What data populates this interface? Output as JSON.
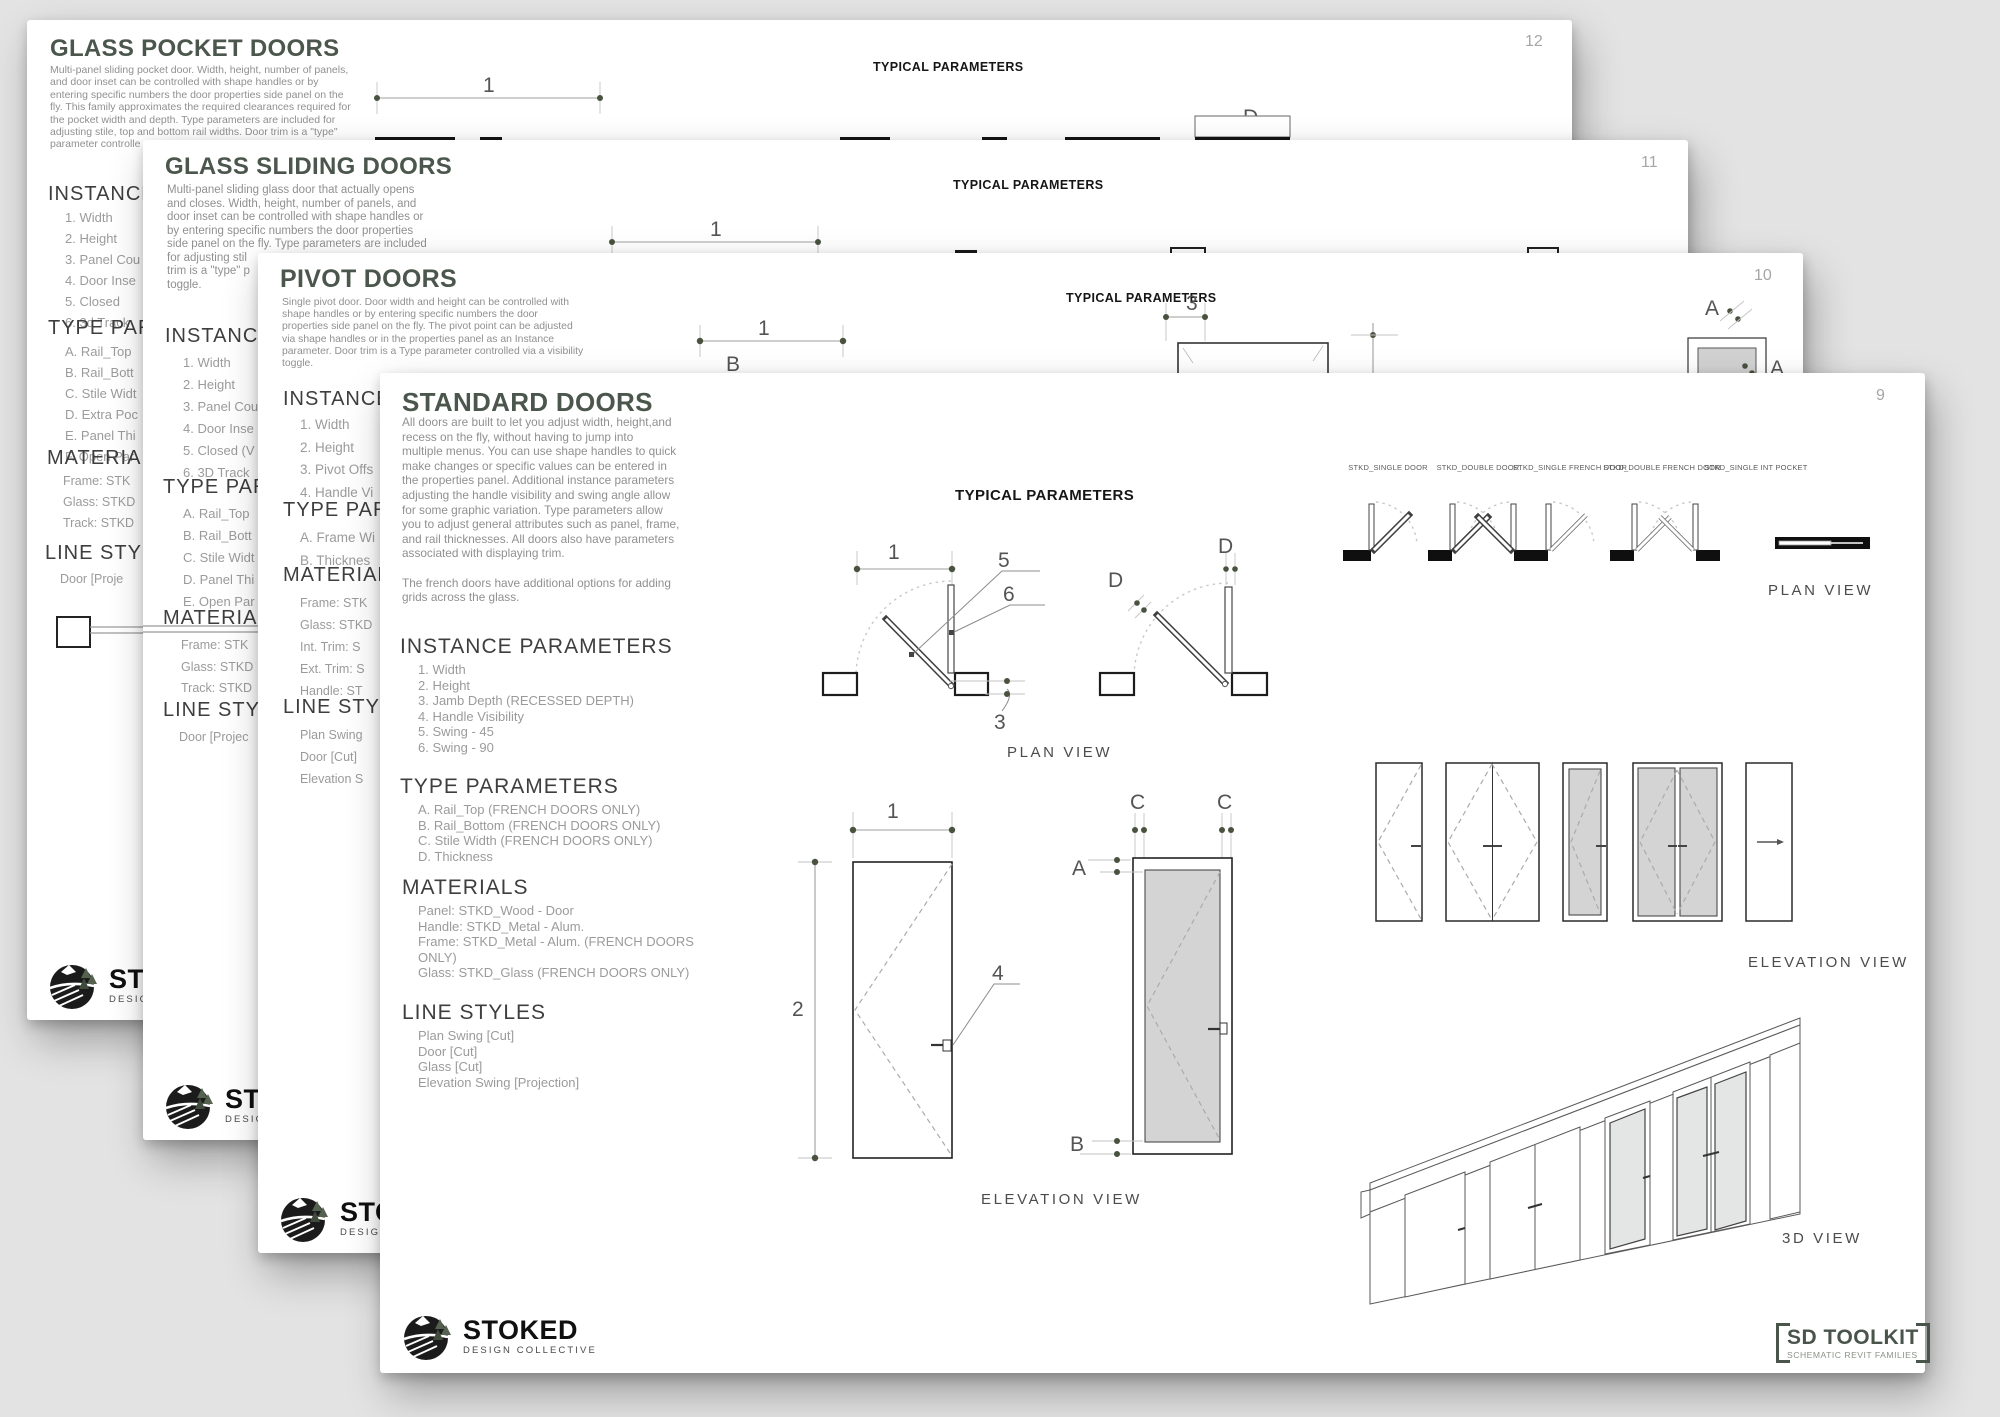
{
  "colors": {
    "accent_green": "#4b564c",
    "dimension_dot_olive": "#48523e",
    "glass_gray": "#d4d4d4",
    "canvas_bg": "#e3e3e3"
  },
  "footer": {
    "stoked_name": "STOKED",
    "stoked_sub": "DESIGN COLLECTIVE",
    "sd_title": "SD TOOLKIT",
    "sd_sub": "SCHEMATIC REVIT FAMILIES"
  },
  "pages": [
    {
      "page_number": "12",
      "title": "GLASS POCKET DOORS",
      "typical_label": "TYPICAL PARAMETERS",
      "description": "Multi-panel sliding pocket door. Width, height, number of panels,\nand door inset can be controlled with shape handles or by\nentering specific numbers the door properties side panel on the\nfly. This family approximates the required clearances required for\nthe pocket width and depth. Type parameters are included for\nadjusting stile, top and bottom rail widths. Door trim is a \"type\"\nparameter controlle",
      "instance": {
        "heading": "INSTANCE",
        "items": [
          "1. Width",
          "2. Height",
          "3. Panel Cou",
          "4. Door Inse",
          "5. Closed",
          "6. 3d Track"
        ]
      },
      "type": {
        "heading": "TYPE PARA",
        "items": [
          "A. Rail_Top",
          "B. Rail_Bott",
          "C. Stile Widt",
          "D. Extra Poc",
          "E. Panel Thi",
          "F. Open Par"
        ]
      },
      "materials": {
        "heading": "MATERIALS",
        "items": [
          "Frame: STK",
          "Glass: STKD",
          "Track: STKD"
        ]
      },
      "linestyles": {
        "heading": "LINE STYLE",
        "items": [
          "Door [Proje"
        ]
      },
      "dims": {
        "d1": "1",
        "dD": "D"
      }
    },
    {
      "page_number": "11",
      "title": "GLASS SLIDING DOORS",
      "typical_label": "TYPICAL PARAMETERS",
      "description": "Multi-panel sliding glass door that actually opens\nand closes. Width, height, number of panels, and\ndoor inset can be controlled with shape handles or\nby entering specific numbers the door properties\nside panel on the fly. Type parameters are included\nfor adjusting stil\ntrim is a \"type\" p\ntoggle.",
      "instance": {
        "heading": "INSTANCE",
        "items": [
          "1. Width",
          "2. Height",
          "3. Panel Cou",
          "4. Door Inse",
          "5. Closed (V",
          "6. 3D Track"
        ]
      },
      "type": {
        "heading": "TYPE PARA",
        "items": [
          "A. Rail_Top",
          "B. Rail_Bott",
          "C. Stile Widt",
          "D. Panel Thi",
          "E. Open Par"
        ]
      },
      "materials": {
        "heading": "MATERIALS",
        "items": [
          "Frame: STK",
          "Glass: STKD",
          "Track: STKD"
        ]
      },
      "linestyles": {
        "heading": "LINE STYLE",
        "items": [
          "Door [Projec"
        ]
      },
      "dims": {
        "d1": "1"
      }
    },
    {
      "page_number": "10",
      "title": "PIVOT DOORS",
      "typical_label": "TYPICAL PARAMETERS",
      "description": "Single pivot door. Door width and height can be controlled with\nshape handles or by entering specific numbers the door\nproperties side panel on the fly. The pivot point can be adjusted\nvia shape handles or in the properties panel as an Instance\nparameter. Door trim is a Type parameter controlled via a visibility\ntoggle.",
      "instance": {
        "heading": "INSTANCE",
        "items": [
          "1. Width",
          "2. Height",
          "3. Pivot Offs",
          "4. Handle Vi"
        ]
      },
      "type": {
        "heading": "TYPE PARA",
        "items": [
          "A. Frame Wi",
          "B. Thicknes"
        ]
      },
      "materials": {
        "heading": "MATERIALS",
        "items": [
          "Frame: STK",
          "Glass: STKD",
          "Int. Trim: S",
          "Ext. Trim: S",
          "Handle: ST"
        ]
      },
      "linestyles": {
        "heading": "LINE STYLE",
        "items": [
          "Plan Swing",
          "Door [Cut]",
          "Elevation S"
        ]
      },
      "dims": {
        "d1": "1",
        "dB": "B",
        "d3": "3",
        "dA1": "A",
        "dA2": "A"
      }
    },
    {
      "page_number": "9",
      "title": "STANDARD DOORS",
      "typical_label": "TYPICAL PARAMETERS",
      "description": "All doors are built to let you adjust width, height,and\nrecess on the fly, without having to jump into\nmultiple menus. You can use shape handles to quick\nmake changes or specific values can be entered in\nthe properties panel. Additional instance parameters\nadjusting the handle visibility and swing angle allow\nfor some graphic variation. Type parameters allow\nyou to adjust general attributes such as panel, frame,\nand rail thicknesses. All doors also have parameters\nassociated with displaying trim.\n\nThe french doors have additional options for adding\ngrids across the glass.",
      "instance": {
        "heading": "INSTANCE PARAMETERS",
        "items": [
          "1. Width",
          "2. Height",
          "3. Jamb Depth (RECESSED DEPTH)",
          "4. Handle Visibility",
          "5. Swing - 45",
          "6. Swing - 90"
        ]
      },
      "type": {
        "heading": "TYPE PARAMETERS",
        "items": [
          "A. Rail_Top (FRENCH DOORS ONLY)",
          "B. Rail_Bottom (FRENCH DOORS ONLY)",
          "C. Stile Width (FRENCH DOORS ONLY)",
          "D. Thickness"
        ]
      },
      "materials": {
        "heading": "MATERIALS",
        "items": [
          "Panel: STKD_Wood - Door",
          "Handle: STKD_Metal - Alum.",
          "Frame: STKD_Metal - Alum. (FRENCH DOORS\n      ONLY)",
          "Glass: STKD_Glass  (FRENCH DOORS ONLY)"
        ]
      },
      "linestyles": {
        "heading": "LINE STYLES",
        "items": [
          "Plan Swing [Cut]",
          "Door [Cut]",
          "Glass [Cut]",
          "Elevation Swing [Projection]"
        ]
      },
      "dims": {
        "plan_1": "1",
        "plan_5": "5",
        "plan_6": "6",
        "plan_3": "3",
        "plan_d1": "D",
        "plan_d2": "D",
        "elev_1": "1",
        "elev_2": "2",
        "elev_4": "4",
        "elev_c1": "C",
        "elev_c2": "C",
        "elev_a": "A",
        "elev_b": "B"
      },
      "views": {
        "plan": "PLAN VIEW",
        "plan2": "PLAN VIEW",
        "elev": "ELEVATION VIEW",
        "elev2": "ELEVATION VIEW",
        "threed": "3D VIEW"
      },
      "door_types": [
        "STKD_SINGLE DOOR",
        "STKD_DOUBLE DOOR",
        "STKD_SINGLE FRENCH DOOR",
        "STKD_DOUBLE FRENCH DOOR",
        "STKD_SINGLE INT POCKET"
      ]
    }
  ]
}
